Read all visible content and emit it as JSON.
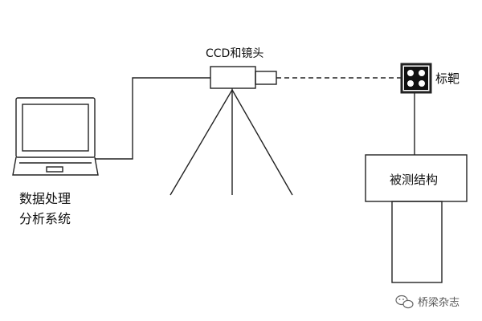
{
  "labels": {
    "camera": "CCD和镜头",
    "target": "标靶",
    "structure": "被测结构",
    "processing_line1": "数据处理",
    "processing_line2": "分析系统"
  },
  "watermark": {
    "text": "桥梁杂志",
    "icon": "wechat-icon"
  },
  "colors": {
    "stroke": "#222222",
    "text": "#111111"
  }
}
